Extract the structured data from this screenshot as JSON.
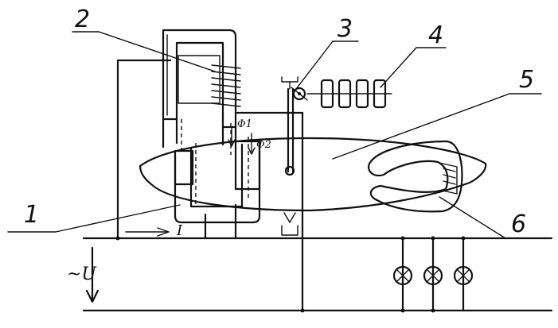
{
  "labels": {
    "n1": "1",
    "n2": "2",
    "n3": "3",
    "n4": "4",
    "n5": "5",
    "n6": "6"
  },
  "symbols": {
    "phi1": "Φ1",
    "phi2": "Φ2",
    "current": "I",
    "voltage": "~U"
  },
  "counter": {
    "digits": 4
  },
  "lamps": {
    "count": 3
  }
}
